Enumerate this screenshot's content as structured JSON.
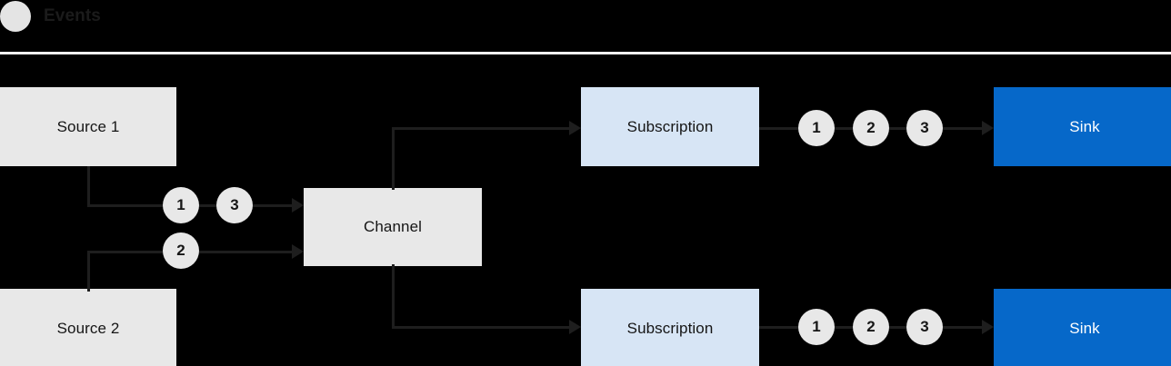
{
  "legend": {
    "icon": "event-circle-icon",
    "label": "Events"
  },
  "colors": {
    "background": "#000000",
    "source_fill": "#E8E8E8",
    "channel_fill": "#E8E8E8",
    "subscription_fill": "#D7E5F5",
    "sink_fill": "#0668C9",
    "sink_text": "#FFFFFF",
    "wire": "#1E1E1E",
    "chip_fill": "#E8E8E8",
    "separator": "#F2F2F2"
  },
  "nodes": {
    "source_1": "Source 1",
    "source_2": "Source 2",
    "channel": "Channel",
    "subscription_top": "Subscription",
    "subscription_bottom": "Subscription",
    "sink_top": "Sink",
    "sink_bottom": "Sink"
  },
  "events": {
    "source1_to_channel": [
      "1",
      "3"
    ],
    "source2_to_channel": [
      "2"
    ],
    "subscription_top_to_sink": [
      "1",
      "2",
      "3"
    ],
    "subscription_bottom_to_sink": [
      "1",
      "2",
      "3"
    ]
  }
}
